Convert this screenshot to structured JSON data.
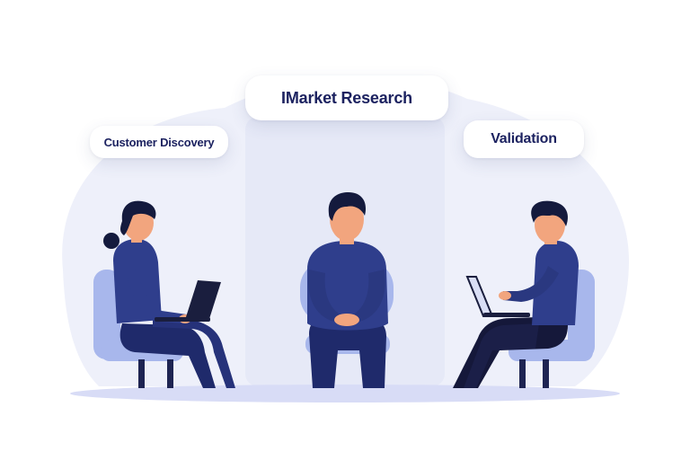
{
  "labels": {
    "left": "Customer Discovery",
    "center": "IMarket Research",
    "right": "Validation"
  },
  "colors": {
    "background_blob": "#eef0fa",
    "figure_shirt": "#2f3e8c",
    "figure_pants": "#1f2a6b",
    "figure_dark": "#15183a",
    "skin": "#f2a57e",
    "hair": "#141a3d",
    "chair": "#a8b7ec",
    "chair_legs": "#1e2452",
    "laptop": "#1a1e3e",
    "laptop_screen_light": "#d9def5",
    "floor": "#d8dcf6",
    "label_text": "#1c2260"
  },
  "icons": {
    "figure_left": "woman-with-laptop-illustration",
    "figure_center": "seated-man-illustration",
    "figure_right": "man-with-laptop-illustration"
  }
}
